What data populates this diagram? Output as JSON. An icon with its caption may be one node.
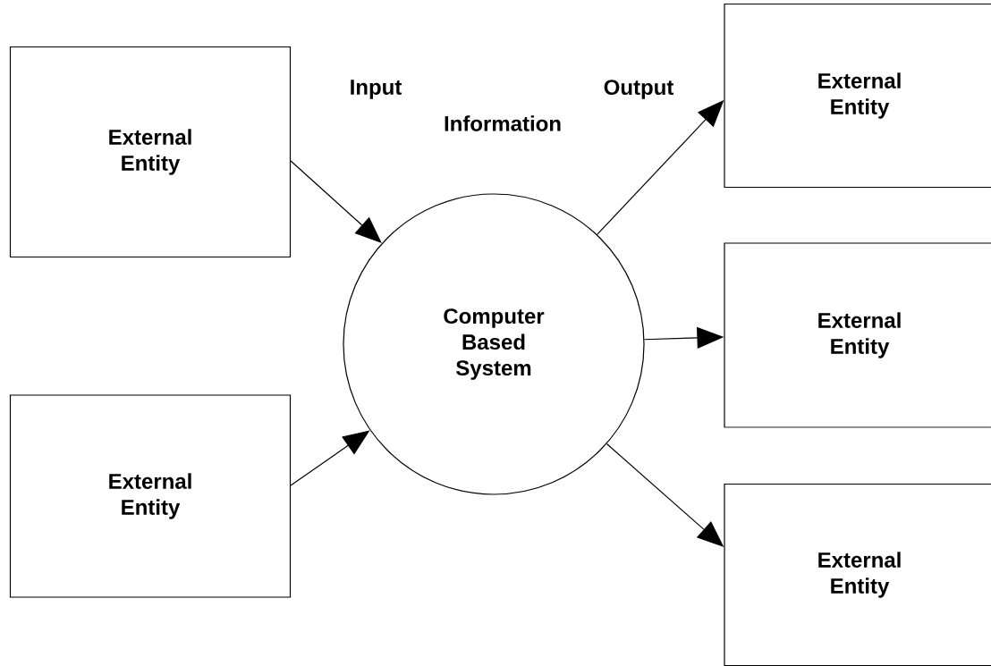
{
  "diagram": {
    "nodes": [
      {
        "text": [
          "External Entity"
        ]
      },
      {
        "text": [
          "External Entity"
        ]
      },
      {
        "text": [
          "Computer Based System"
        ]
      },
      {
        "text": [
          "External Entity"
        ]
      },
      {
        "text": [
          "External Entity"
        ]
      },
      {
        "text": [
          "External Entity"
        ]
      }
    ],
    "edges": [
      {
        "from": 0,
        "to": 2,
        "arrow": "to"
      },
      {
        "from": 1,
        "to": 2,
        "arrow": "to"
      },
      {
        "from": 2,
        "to": 3,
        "arrow": "to"
      },
      {
        "from": 2,
        "to": 4,
        "arrow": "to"
      },
      {
        "from": 2,
        "to": 5,
        "arrow": "to"
      }
    ],
    "labels": [
      "Input",
      "Output",
      "Information"
    ]
  }
}
